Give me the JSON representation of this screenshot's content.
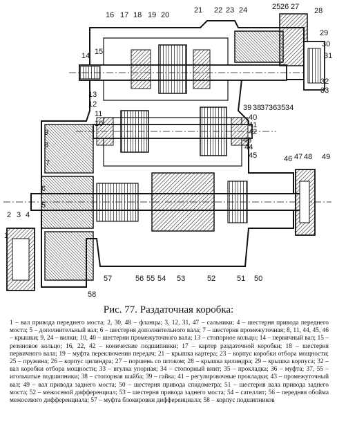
{
  "caption": {
    "title": "Рис. 77. Раздаточная коробка:",
    "legend": [
      "1 – вал привода переднего моста; 2, 30, 48 – фланцы; 3, 12, 31, 47 – сальники; 4 – шестерня привода переднего моста; 5 – дополнительный вал; 6 – шестерня дополнительного вала; 7 – шестерня промежуточная; 8, 11, 44, 45, 46 – крышки; 9, 24 – вилки; 10, 40 – шестерни промежуточного вала; 13 – стопорное кольцо; 14 – первичный вал; 15 – резиновое кольцо; 16, 22, 42 – конические подшипники; 17 – картер раздаточной коробки; 18 – шестерня первичного вала; 19 – муфта переключения передач; 21 – крышка картера; 23 – корпус коробки отбора мощности; 25 – пружина; 26 – корпус цилиндра; 27 – поршень со штоком; 28 – крышка цилиндра; 29 – крышка корпуса; 32 – вал коробки отбора мощности; 33 – втулка упорная; 34 – стопорный винт; 35 – прокладка; 36 – муфта; 37, 55 – игольчатые подшипники; 38 – стопорная шайба; 39 – гайка; 41 – регулировочные прокладки; 43 – промежуточный вал; 49 – вал привода заднего моста; 50 – шестерня привода спидометра; 51 – шестерня вала привода заднего моста; 52 – межосевой дифференциал; 53 – шестерня привода заднего моста; 54 – сателлит; 56 – передняя обойма межосевого дифференциала; 57 – муфта блокировки дифференциала; 58 – корпус подшипников"
    ]
  },
  "callouts": [
    {
      "id": "16",
      "text": "16"
    },
    {
      "id": "17",
      "text": "17"
    },
    {
      "id": "18",
      "text": "18"
    },
    {
      "id": "19",
      "text": "19"
    },
    {
      "id": "20",
      "text": "20"
    },
    {
      "id": "21",
      "text": "21"
    },
    {
      "id": "22",
      "text": "22"
    },
    {
      "id": "23",
      "text": "23"
    },
    {
      "id": "24",
      "text": "24"
    },
    {
      "id": "25",
      "text": "25"
    },
    {
      "id": "26",
      "text": "26"
    },
    {
      "id": "27",
      "text": "27"
    },
    {
      "id": "28",
      "text": "28"
    },
    {
      "id": "29",
      "text": "29"
    },
    {
      "id": "30",
      "text": "30"
    },
    {
      "id": "31",
      "text": "31"
    },
    {
      "id": "32",
      "text": "32"
    },
    {
      "id": "33",
      "text": "33"
    },
    {
      "id": "14",
      "text": "14"
    },
    {
      "id": "15",
      "text": "15"
    },
    {
      "id": "13",
      "text": "13"
    },
    {
      "id": "12",
      "text": "12"
    },
    {
      "id": "11",
      "text": "11"
    },
    {
      "id": "10",
      "text": "10"
    },
    {
      "id": "9",
      "text": "9"
    },
    {
      "id": "8",
      "text": "8"
    },
    {
      "id": "7",
      "text": "7"
    },
    {
      "id": "6",
      "text": "6"
    },
    {
      "id": "5",
      "text": "5"
    },
    {
      "id": "4",
      "text": "4"
    },
    {
      "id": "3",
      "text": "3"
    },
    {
      "id": "2",
      "text": "2"
    },
    {
      "id": "1",
      "text": "1"
    },
    {
      "id": "34",
      "text": "34"
    },
    {
      "id": "35",
      "text": "35"
    },
    {
      "id": "36",
      "text": "36"
    },
    {
      "id": "37",
      "text": "37"
    },
    {
      "id": "38",
      "text": "38"
    },
    {
      "id": "39",
      "text": "39"
    },
    {
      "id": "40",
      "text": "40"
    },
    {
      "id": "41",
      "text": "41"
    },
    {
      "id": "42",
      "text": "42"
    },
    {
      "id": "43",
      "text": "43"
    },
    {
      "id": "44",
      "text": "44"
    },
    {
      "id": "45",
      "text": "45"
    },
    {
      "id": "46",
      "text": "46"
    },
    {
      "id": "47",
      "text": "47"
    },
    {
      "id": "48",
      "text": "48"
    },
    {
      "id": "49",
      "text": "49"
    },
    {
      "id": "50",
      "text": "50"
    },
    {
      "id": "51",
      "text": "51"
    },
    {
      "id": "52",
      "text": "52"
    },
    {
      "id": "53",
      "text": "53"
    },
    {
      "id": "54",
      "text": "54"
    },
    {
      "id": "55",
      "text": "55"
    },
    {
      "id": "56",
      "text": "56"
    },
    {
      "id": "57",
      "text": "57"
    },
    {
      "id": "58",
      "text": "58"
    }
  ]
}
